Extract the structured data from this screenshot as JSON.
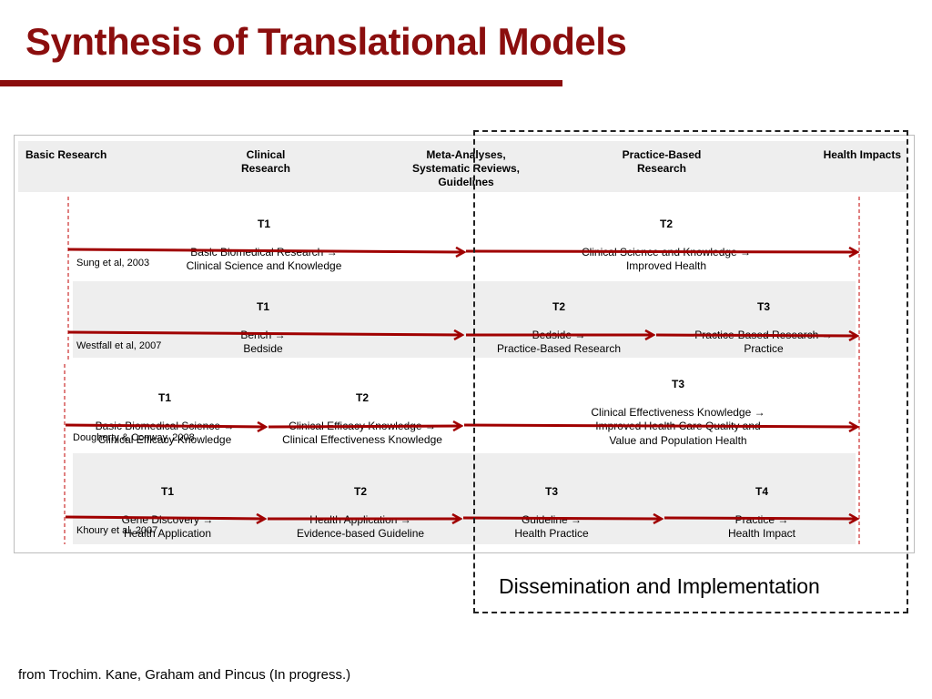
{
  "title": "Synthesis of Translational Models",
  "colors": {
    "accent": "#8b0e0e",
    "arrow": "#a00000",
    "band": "#eeeeee"
  },
  "header": {
    "basic": "Basic Research",
    "clinical": "Clinical\nResearch",
    "meta": "Meta-Analyses,\nSystematic Reviews,\nGuidelines",
    "practice": "Practice-Based\nResearch",
    "impacts": "Health Impacts"
  },
  "rows": [
    {
      "citation": "Sung et al, 2003",
      "labels": [
        {
          "t": "T1",
          "text": "Basic Biomedical Research →\nClinical Science and Knowledge"
        },
        {
          "t": "T2",
          "text": "Clinical Science and Knowledge →\nImproved Health"
        }
      ]
    },
    {
      "citation": "Westfall et al, 2007",
      "labels": [
        {
          "t": "T1",
          "text": "Bench →\nBedside"
        },
        {
          "t": "T2",
          "text": "Bedside →\nPractice-Based Research"
        },
        {
          "t": "T3",
          "text": "Practice-Based Research →\nPractice"
        }
      ]
    },
    {
      "citation": "Dougherty & Conway, 2008",
      "labels": [
        {
          "t": "T1",
          "text": "Basic Biomedical Science →\nClinical Efficacy Knowledge"
        },
        {
          "t": "T2",
          "text": "Clinical Efficacy Knowledge →\nClinical Effectiveness Knowledge"
        },
        {
          "t": "T3",
          "text": "Clinical Effectiveness Knowledge  →\nImproved Health Care Quality and\nValue and Population Health"
        }
      ]
    },
    {
      "citation": "Khoury et al, 2007",
      "labels": [
        {
          "t": "T1",
          "text": "Gene Discovery →\nHealth Application"
        },
        {
          "t": "T2",
          "text": "Health Application →\nEvidence-based Guideline"
        },
        {
          "t": "T3",
          "text": "Guideline →\nHealth Practice"
        },
        {
          "t": "T4",
          "text": "Practice →\nHealth Impact"
        }
      ]
    }
  ],
  "dissemination_label": "Dissemination and Implementation",
  "source": "from Trochim. Kane, Graham and Pincus (In progress.)"
}
